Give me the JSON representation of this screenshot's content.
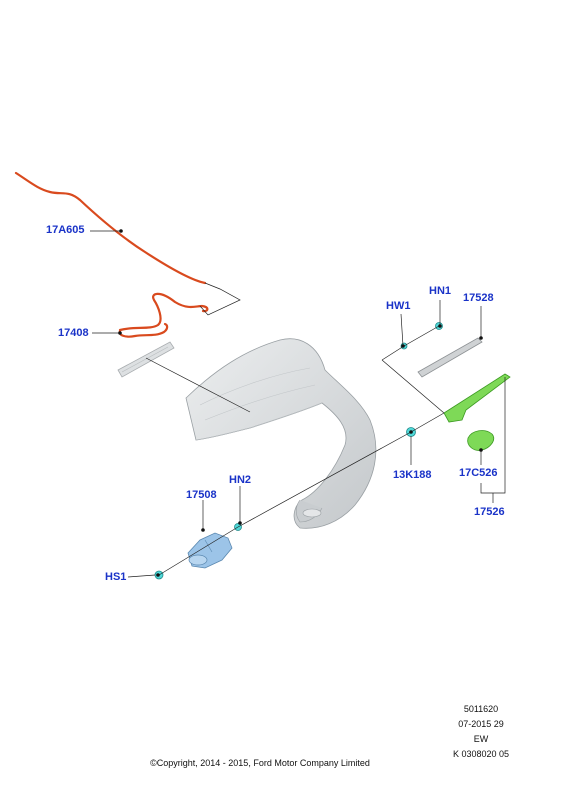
{
  "callouts": {
    "c17A605": "17A605",
    "c17408": "17408",
    "cHW1": "HW1",
    "cHN1": "HN1",
    "c17528": "17528",
    "c13K188": "13K188",
    "c17C526": "17C526",
    "c17526": "17526",
    "c17508": "17508",
    "cHN2": "HN2",
    "cHS1": "HS1"
  },
  "meta": {
    "line1": "5011620",
    "line2": "07-2015 29",
    "line3": "EW",
    "line4": "K 0308020 05"
  },
  "copyright": "©Copyright, 2014 - 2015, Ford Motor Company Limited",
  "colors": {
    "callout": "#1a33c8",
    "hose": "#d94a1e",
    "arm": "#7ed957",
    "clip": "#4fd8d8",
    "motor": "#9cc4e8",
    "gate": "#d8dadc"
  }
}
